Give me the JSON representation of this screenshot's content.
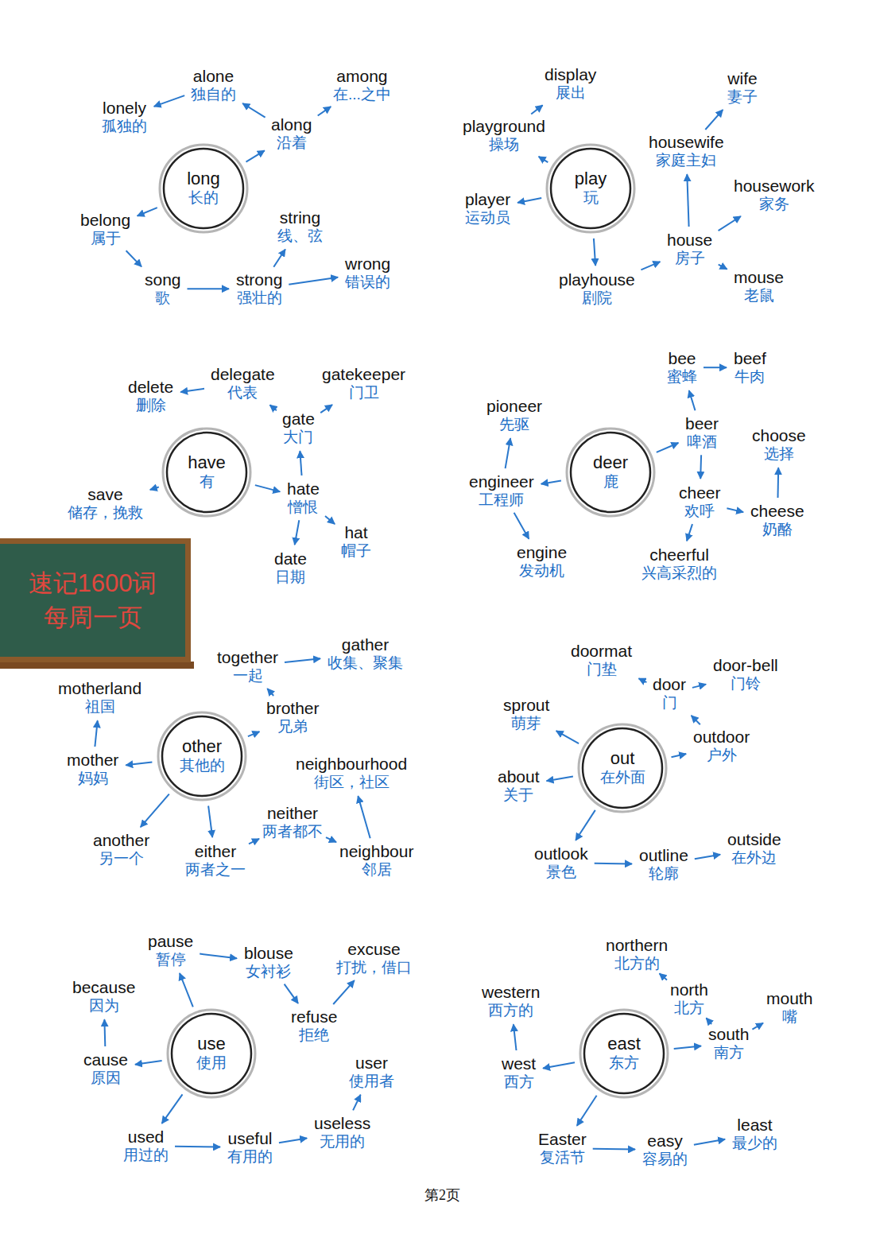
{
  "diagram": {
    "nodes": [
      {
        "text": [
          "long",
          "长的"
        ]
      },
      {
        "text": [
          "along",
          "沿着"
        ]
      },
      {
        "text": [
          "alone",
          "独自的"
        ]
      },
      {
        "text": [
          "lonely",
          "孤独的"
        ]
      },
      {
        "text": [
          "among",
          "在...之中"
        ]
      },
      {
        "text": [
          "belong",
          "属于"
        ]
      },
      {
        "text": [
          "song",
          "歌"
        ]
      },
      {
        "text": [
          "strong",
          "强壮的"
        ]
      },
      {
        "text": [
          "string",
          "线、弦"
        ]
      },
      {
        "text": [
          "wrong",
          "错误的"
        ]
      },
      {
        "text": [
          "play",
          "玩"
        ]
      },
      {
        "text": [
          "playground",
          "操场"
        ]
      },
      {
        "text": [
          "display",
          "展出"
        ]
      },
      {
        "text": [
          "player",
          "运动员"
        ]
      },
      {
        "text": [
          "playhouse",
          "剧院"
        ]
      },
      {
        "text": [
          "house",
          "房子"
        ]
      },
      {
        "text": [
          "housewife",
          "家庭主妇"
        ]
      },
      {
        "text": [
          "wife",
          "妻子"
        ]
      },
      {
        "text": [
          "housework",
          "家务"
        ]
      },
      {
        "text": [
          "mouse",
          "老鼠"
        ]
      },
      {
        "text": [
          "have",
          "有"
        ]
      },
      {
        "text": [
          "hate",
          "憎恨"
        ]
      },
      {
        "text": [
          "gate",
          "大门"
        ]
      },
      {
        "text": [
          "delegate",
          "代表"
        ]
      },
      {
        "text": [
          "delete",
          "删除"
        ]
      },
      {
        "text": [
          "gatekeeper",
          "门卫"
        ]
      },
      {
        "text": [
          "save",
          "储存，挽救"
        ]
      },
      {
        "text": [
          "date",
          "日期"
        ]
      },
      {
        "text": [
          "hat",
          "帽子"
        ]
      },
      {
        "text": [
          "deer",
          "鹿"
        ]
      },
      {
        "text": [
          "engineer",
          "工程师"
        ]
      },
      {
        "text": [
          "pioneer",
          "先驱"
        ]
      },
      {
        "text": [
          "engine",
          "发动机"
        ]
      },
      {
        "text": [
          "beer",
          "啤酒"
        ]
      },
      {
        "text": [
          "bee",
          "蜜蜂"
        ]
      },
      {
        "text": [
          "beef",
          "牛肉"
        ]
      },
      {
        "text": [
          "cheer",
          "欢呼"
        ]
      },
      {
        "text": [
          "cheese",
          "奶酪"
        ]
      },
      {
        "text": [
          "choose",
          "选择"
        ]
      },
      {
        "text": [
          "cheerful",
          "兴高采烈的"
        ]
      },
      {
        "text": [
          "速记1600词",
          "每周一页"
        ]
      },
      {
        "text": [
          "other",
          "其他的"
        ]
      },
      {
        "text": [
          "brother",
          "兄弟"
        ]
      },
      {
        "text": [
          "together",
          "一起"
        ]
      },
      {
        "text": [
          "gather",
          "收集、聚集"
        ]
      },
      {
        "text": [
          "mother",
          "妈妈"
        ]
      },
      {
        "text": [
          "motherland",
          "祖国"
        ]
      },
      {
        "text": [
          "another",
          "另一个"
        ]
      },
      {
        "text": [
          "either",
          "两者之一"
        ]
      },
      {
        "text": [
          "neither",
          "两者都不"
        ]
      },
      {
        "text": [
          "neighbour",
          "邻居"
        ]
      },
      {
        "text": [
          "neighbourhood",
          "街区，社区"
        ]
      },
      {
        "text": [
          "out",
          "在外面"
        ]
      },
      {
        "text": [
          "outdoor",
          "户外"
        ]
      },
      {
        "text": [
          "door",
          "门"
        ]
      },
      {
        "text": [
          "doormat",
          "门垫"
        ]
      },
      {
        "text": [
          "door-bell",
          "门铃"
        ]
      },
      {
        "text": [
          "sprout",
          "萌芽"
        ]
      },
      {
        "text": [
          "about",
          "关于"
        ]
      },
      {
        "text": [
          "outlook",
          "景色"
        ]
      },
      {
        "text": [
          "outline",
          "轮廓"
        ]
      },
      {
        "text": [
          "outside",
          "在外边"
        ]
      },
      {
        "text": [
          "use",
          "使用"
        ]
      },
      {
        "text": [
          "pause",
          "暂停"
        ]
      },
      {
        "text": [
          "blouse",
          "女衬衫"
        ]
      },
      {
        "text": [
          "refuse",
          "拒绝"
        ]
      },
      {
        "text": [
          "excuse",
          "打扰，借口"
        ]
      },
      {
        "text": [
          "because",
          "因为"
        ]
      },
      {
        "text": [
          "cause",
          "原因"
        ]
      },
      {
        "text": [
          "used",
          "用过的"
        ]
      },
      {
        "text": [
          "useful",
          "有用的"
        ]
      },
      {
        "text": [
          "useless",
          "无用的"
        ]
      },
      {
        "text": [
          "user",
          "使用者"
        ]
      },
      {
        "text": [
          "east",
          "东方"
        ]
      },
      {
        "text": [
          "south",
          "南方"
        ]
      },
      {
        "text": [
          "north",
          "北方"
        ]
      },
      {
        "text": [
          "northern",
          "北方的"
        ]
      },
      {
        "text": [
          "mouth",
          "嘴"
        ]
      },
      {
        "text": [
          "west",
          "西方"
        ]
      },
      {
        "text": [
          "western",
          "西方的"
        ]
      },
      {
        "text": [
          "Easter",
          "复活节"
        ]
      },
      {
        "text": [
          "easy",
          "容易的"
        ]
      },
      {
        "text": [
          "least",
          "最少的"
        ]
      }
    ],
    "edges": [
      {
        "from": 0,
        "to": 1,
        "arrow": "to"
      },
      {
        "from": 1,
        "to": 2,
        "arrow": "to"
      },
      {
        "from": 2,
        "to": 3,
        "arrow": "to"
      },
      {
        "from": 1,
        "to": 4,
        "arrow": "to"
      },
      {
        "from": 0,
        "to": 5,
        "arrow": "to"
      },
      {
        "from": 5,
        "to": 6,
        "arrow": "to"
      },
      {
        "from": 6,
        "to": 7,
        "arrow": "to"
      },
      {
        "from": 7,
        "to": 8,
        "arrow": "to"
      },
      {
        "from": 7,
        "to": 9,
        "arrow": "to"
      },
      {
        "from": 10,
        "to": 11,
        "arrow": "to"
      },
      {
        "from": 11,
        "to": 12,
        "arrow": "to"
      },
      {
        "from": 10,
        "to": 13,
        "arrow": "to"
      },
      {
        "from": 10,
        "to": 14,
        "arrow": "to"
      },
      {
        "from": 14,
        "to": 15,
        "arrow": "to"
      },
      {
        "from": 15,
        "to": 16,
        "arrow": "to"
      },
      {
        "from": 16,
        "to": 17,
        "arrow": "to"
      },
      {
        "from": 15,
        "to": 18,
        "arrow": "to"
      },
      {
        "from": 15,
        "to": 19,
        "arrow": "to"
      },
      {
        "from": 20,
        "to": 21,
        "arrow": "to"
      },
      {
        "from": 21,
        "to": 22,
        "arrow": "to"
      },
      {
        "from": 22,
        "to": 23,
        "arrow": "to"
      },
      {
        "from": 23,
        "to": 24,
        "arrow": "to"
      },
      {
        "from": 22,
        "to": 25,
        "arrow": "to"
      },
      {
        "from": 20,
        "to": 26,
        "arrow": "to"
      },
      {
        "from": 21,
        "to": 27,
        "arrow": "to"
      },
      {
        "from": 21,
        "to": 28,
        "arrow": "to"
      },
      {
        "from": 29,
        "to": 30,
        "arrow": "to"
      },
      {
        "from": 30,
        "to": 31,
        "arrow": "to"
      },
      {
        "from": 30,
        "to": 32,
        "arrow": "to"
      },
      {
        "from": 29,
        "to": 33,
        "arrow": "to"
      },
      {
        "from": 33,
        "to": 34,
        "arrow": "to"
      },
      {
        "from": 34,
        "to": 35,
        "arrow": "to"
      },
      {
        "from": 33,
        "to": 36,
        "arrow": "to"
      },
      {
        "from": 36,
        "to": 37,
        "arrow": "to"
      },
      {
        "from": 37,
        "to": 38,
        "arrow": "to"
      },
      {
        "from": 36,
        "to": 39,
        "arrow": "to"
      },
      {
        "from": 41,
        "to": 42,
        "arrow": "to"
      },
      {
        "from": 42,
        "to": 43,
        "arrow": "to"
      },
      {
        "from": 43,
        "to": 44,
        "arrow": "to"
      },
      {
        "from": 41,
        "to": 45,
        "arrow": "to"
      },
      {
        "from": 45,
        "to": 46,
        "arrow": "to"
      },
      {
        "from": 41,
        "to": 47,
        "arrow": "to"
      },
      {
        "from": 41,
        "to": 48,
        "arrow": "to"
      },
      {
        "from": 48,
        "to": 49,
        "arrow": "to"
      },
      {
        "from": 49,
        "to": 50,
        "arrow": "to"
      },
      {
        "from": 50,
        "to": 51,
        "arrow": "to"
      },
      {
        "from": 52,
        "to": 53,
        "arrow": "to"
      },
      {
        "from": 53,
        "to": 54,
        "arrow": "to"
      },
      {
        "from": 54,
        "to": 55,
        "arrow": "to"
      },
      {
        "from": 54,
        "to": 56,
        "arrow": "to"
      },
      {
        "from": 52,
        "to": 57,
        "arrow": "to"
      },
      {
        "from": 52,
        "to": 58,
        "arrow": "to"
      },
      {
        "from": 52,
        "to": 59,
        "arrow": "to"
      },
      {
        "from": 59,
        "to": 60,
        "arrow": "to"
      },
      {
        "from": 60,
        "to": 61,
        "arrow": "to"
      },
      {
        "from": 62,
        "to": 63,
        "arrow": "to"
      },
      {
        "from": 63,
        "to": 64,
        "arrow": "to"
      },
      {
        "from": 64,
        "to": 65,
        "arrow": "to"
      },
      {
        "from": 65,
        "to": 66,
        "arrow": "to"
      },
      {
        "from": 62,
        "to": 68,
        "arrow": "to"
      },
      {
        "from": 68,
        "to": 67,
        "arrow": "to"
      },
      {
        "from": 62,
        "to": 69,
        "arrow": "to"
      },
      {
        "from": 69,
        "to": 70,
        "arrow": "to"
      },
      {
        "from": 70,
        "to": 71,
        "arrow": "to"
      },
      {
        "from": 71,
        "to": 72,
        "arrow": "to"
      },
      {
        "from": 73,
        "to": 74,
        "arrow": "to"
      },
      {
        "from": 74,
        "to": 75,
        "arrow": "to"
      },
      {
        "from": 75,
        "to": 76,
        "arrow": "to"
      },
      {
        "from": 74,
        "to": 77,
        "arrow": "to"
      },
      {
        "from": 73,
        "to": 78,
        "arrow": "to"
      },
      {
        "from": 78,
        "to": 79,
        "arrow": "to"
      },
      {
        "from": 73,
        "to": 80,
        "arrow": "to"
      },
      {
        "from": 80,
        "to": 81,
        "arrow": "to"
      },
      {
        "from": 81,
        "to": 82,
        "arrow": "to"
      }
    ],
    "labels": [
      "第2页"
    ]
  }
}
